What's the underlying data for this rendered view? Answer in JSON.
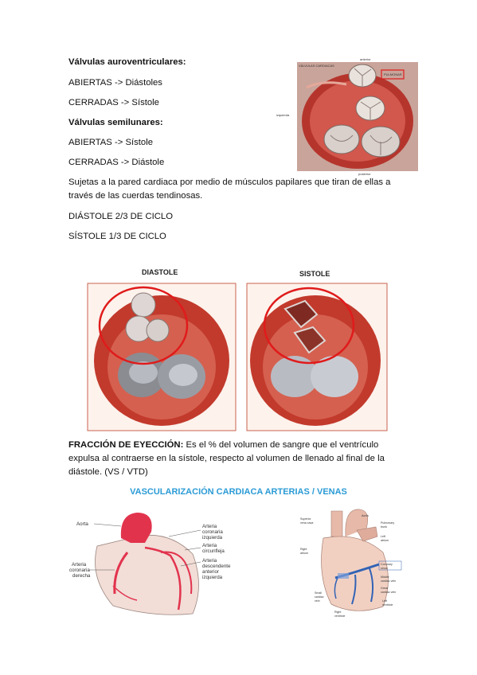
{
  "valves": {
    "av_heading": "Válvulas auroventriculares:",
    "av_open": "ABIERTAS -> Diástoles",
    "av_closed": "CERRADAS -> Sístole",
    "sl_heading": "Válvulas semilunares:",
    "sl_open": "ABIERTAS -> Sístole",
    "sl_closed": "CERRADAS -> Diástole",
    "support_text": "Sujetas a la pared cardiaca por medio de músculos papilares que tiran de ellas a través de las cuerdas tendinosas.",
    "diastole_fraction": "DIÁSTOLE 2/3 DE CICLO",
    "systole_fraction": "SÍSTOLE 1/3 DE CICLO"
  },
  "valve_figure": {
    "label_top": "anterior",
    "label_left": "izquierda",
    "label_bottom": "posterior",
    "label_corner": "VÁLVULAS CARDIACAS",
    "label_box": "PULMONAR"
  },
  "cycle_figure": {
    "diastole_label": "DIASTOLE",
    "systole_label": "SISTOLE"
  },
  "ejection": {
    "term": "FRACCIÓN DE EYECCIÓN:",
    "definition": " Es el % del volumen de sangre que el ventrículo expulsa al contraerse en la sístole, respecto al volumen de llenado al final de la diástole. (VS / VTD)"
  },
  "vasc": {
    "title": "VASCULARIZACIÓN CARDIACA ARTERIAS / VENAS"
  },
  "artery_figure": {
    "aorta": "Aorta",
    "left_coronary_1": "Arteria",
    "left_coronary_2": "coronaria",
    "left_coronary_3": "izquierda",
    "circumflex_1": "Arteria",
    "circumflex_2": "circunfleja",
    "lad_1": "Arteria",
    "lad_2": "descendente",
    "lad_3": "anterior",
    "lad_4": "izquierda",
    "right_coronary_1": "Arteria",
    "right_coronary_2": "coronaria",
    "right_coronary_3": "derecha"
  },
  "vein_figure": {
    "svc_1": "Superior",
    "svc_2": "vena cava",
    "aorta": "Aorta",
    "pulmonary_1": "Pulmonary",
    "pulmonary_2": "trunk",
    "left_atrium_1": "Left",
    "left_atrium_2": "atrium",
    "coronary_sinus_1": "Coronary",
    "coronary_sinus_2": "sinus",
    "right_atrium_1": "Right",
    "right_atrium_2": "atrium",
    "middle_vein_1": "Middle",
    "middle_vein_2": "cardiac vein",
    "great_vein_1": "Great",
    "great_vein_2": "cardiac vein",
    "small_vein_1": "Small",
    "small_vein_2": "cardiac",
    "small_vein_3": "vein",
    "left_ventricle_1": "Left",
    "left_ventricle_2": "ventricle",
    "right_ventricle_1": "Right",
    "right_ventricle_2": "ventricle"
  },
  "colors": {
    "title_blue": "#2b9bd6",
    "highlight_red": "#e01b1b",
    "heart_red": "#b8302a",
    "artery_red": "#e2334d",
    "vein_blue": "#3263b5"
  }
}
